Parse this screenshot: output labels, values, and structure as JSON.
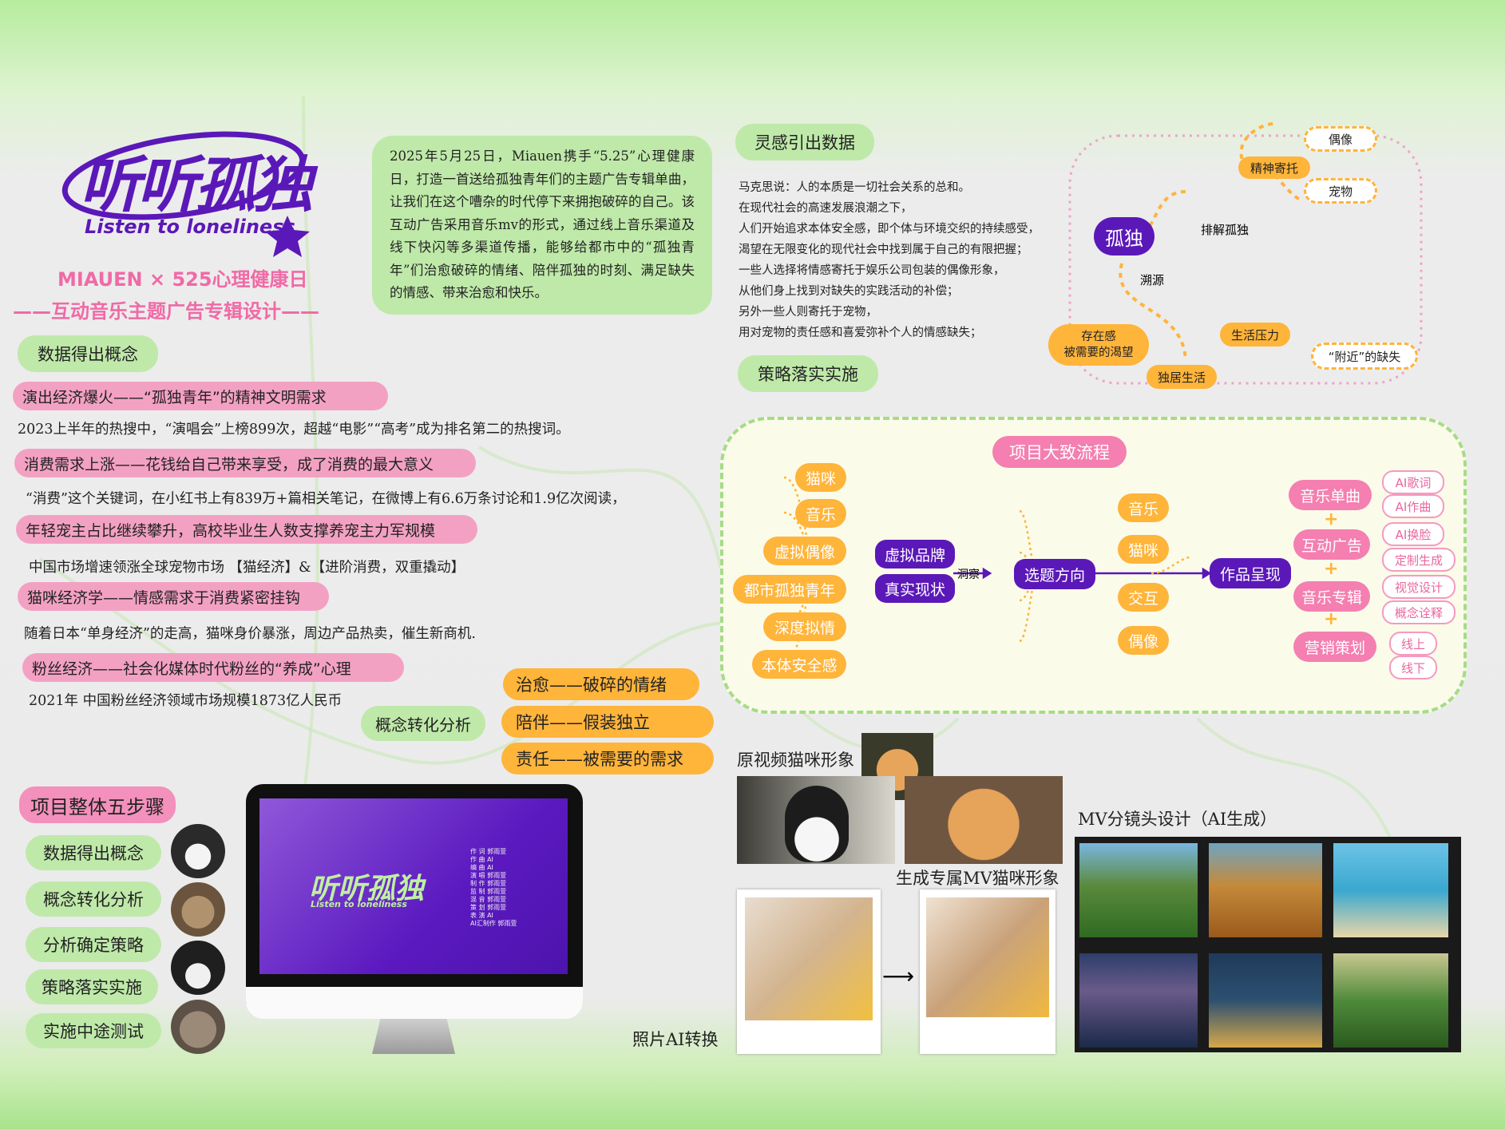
{
  "brand": {
    "logo_cn": "听听孤独",
    "logo_en": "Listen to loneliness",
    "subtitle1": "MIAUEN × 525心理健康日",
    "subtitle2": "——互动音乐主题广告专辑设计——"
  },
  "intro": {
    "text": "2025年5月25日，Miauen携手“5.25”心理健康日，打造一首送给孤独青年们的主题广告专辑单曲，让我们在这个嘈杂的时代停下来拥抱破碎的自己。该互动广告采用音乐mv的形式，通过线上音乐渠道及线下快闪等多渠道传播，能够给都市中的“孤独青年”们治愈破碎的情绪、陪伴孤独的时刻、满足缺失的情感、带来治愈和快乐。"
  },
  "inspiration": {
    "title": "灵感引出数据",
    "lines": [
      "马克思说：人的本质是一切社会关系的总和。",
      "在现代社会的高速发展浪潮之下，",
      "人们开始追求本体安全感，即个体与环境交织的持续感受，",
      "渴望在无限变化的现代社会中找到属于自己的有限把握；",
      "一些人选择将情感寄托于娱乐公司包装的偶像形象，",
      "从他们身上找到对缺失的实践活动的补偿；",
      "另外一些人则寄托于宠物，",
      "用对宠物的责任感和喜爱弥补个人的情感缺失；"
    ]
  },
  "mindmap": {
    "center": "孤独",
    "relieve": "排解孤独",
    "trace": "溯源",
    "spiritual": "精神寄托",
    "idol": "偶像",
    "pet": "宠物",
    "existence": "存在感",
    "needed": "被需要的渴望",
    "living_alone": "独居生活",
    "pressure": "生活压力",
    "nearby": "“附近”的缺失"
  },
  "strategy_title": "策略落实实施",
  "data_concept": {
    "title": "数据得出概念",
    "items": [
      {
        "heading": "演出经济爆火——“孤独青年”的精神文明需求",
        "text": "2023上半年的热搜中，“演唱会”上榜899次，超越“电影”“高考”成为排名第二的热搜词。"
      },
      {
        "heading": "消费需求上涨——花钱给自己带来享受，成了消费的最大意义",
        "text": "“消费”这个关键词，在小红书上有839万+篇相关笔记，在微博上有6.6万条讨论和1.9亿次阅读，"
      },
      {
        "heading": "年轻宠主占比继续攀升，高校毕业生人数支撑养宠主力军规模",
        "text": "中国市场增速领涨全球宠物市场 【猫经济】&【进阶消费，双重撬动】"
      },
      {
        "heading": "猫咪经济学——情感需求于消费紧密挂钩",
        "text": "随着日本“单身经济”的走高，猫咪身价暴涨，周边产品热卖，催生新商机."
      },
      {
        "heading": "粉丝经济——社会化媒体时代粉丝的“养成”心理",
        "text": "2021年 中国粉丝经济领域市场规模1873亿人民币"
      }
    ]
  },
  "concept": {
    "label": "概念转化分析",
    "items": [
      "治愈——破碎的情绪",
      "陪伴——假装独立",
      "责任——被需要的需求"
    ]
  },
  "flow": {
    "title": "项目大致流程",
    "left_items": [
      "猫咪",
      "音乐",
      "虚拟偶像",
      "都市孤独青年",
      "深度拟情",
      "本体安全感"
    ],
    "virtual_brand": "虚拟品牌",
    "reality": "真实现状",
    "insight": "洞察",
    "topic": "选题方向",
    "mid_items": [
      "音乐",
      "猫咪",
      "交互",
      "偶像"
    ],
    "output": "作品呈现",
    "right_items": [
      "音乐单曲",
      "互动广告",
      "音乐专辑",
      "营销策划"
    ],
    "tags": [
      "AI歌词",
      "AI作曲",
      "AI换脸",
      "定制生成",
      "视觉设计",
      "概念诠释",
      "线上",
      "线下"
    ],
    "plus": "+"
  },
  "steps": {
    "title": "项目整体五步骤",
    "items": [
      "数据得出概念",
      "概念转化分析",
      "分析确定策略",
      "策略落实实施",
      "实施中途测试"
    ]
  },
  "monitor": {
    "credits": [
      "作 词  郭雨萱",
      "作 曲  AI",
      "编 曲  AI",
      "演 唱  郭雨萱",
      "制 作  郭雨萱",
      "监 制  郭雨萱",
      "混 音  郭雨萱",
      "策 划  郭雨萱",
      "表 演  AI",
      "AI汇制作  郭雨萱"
    ]
  },
  "gallery": {
    "original_cat": "原视频猫咪形象",
    "generated_cat": "生成专属MV猫咪形象",
    "photo_ai": "照片AI转换",
    "storyboard": "MV分镜头设计（AI生成）"
  },
  "colors": {
    "green": "#bfe9a9",
    "pink": "#f3a1c3",
    "orange": "#ffb43a",
    "purple": "#5b18b8",
    "magenta": "#f47fb0"
  }
}
